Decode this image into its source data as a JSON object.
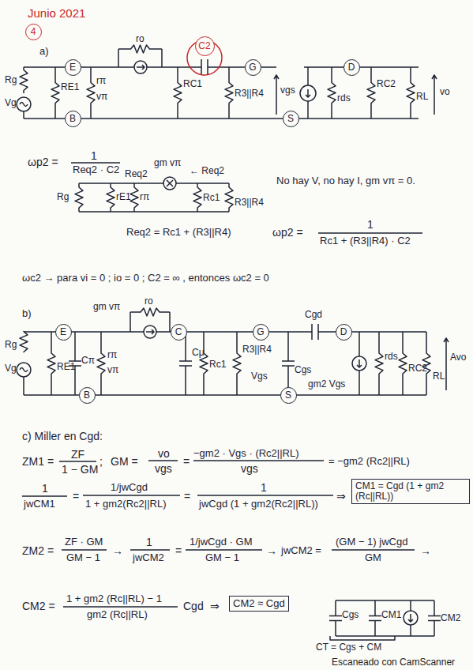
{
  "diagram": {
    "title": "Junio 2021",
    "nodes": [
      {
        "text": [
          "4"
        ]
      },
      {
        "text": [
          "E"
        ]
      },
      {
        "text": [
          "B"
        ]
      },
      {
        "text": [
          "C2"
        ]
      },
      {
        "text": [
          "G"
        ]
      },
      {
        "text": [
          "D"
        ]
      },
      {
        "text": [
          "S"
        ]
      },
      {
        "text": [
          "E"
        ]
      },
      {
        "text": [
          "C"
        ]
      },
      {
        "text": [
          "G"
        ]
      },
      {
        "text": [
          "D"
        ]
      },
      {
        "text": [
          "B"
        ]
      },
      {
        "text": [
          "S"
        ]
      }
    ],
    "labels": [
      "a)",
      "Rg",
      "Vg",
      "RE1",
      "rπ",
      "vπ",
      "ro",
      "RC1",
      "R3||R4",
      "vgs",
      "rds",
      "RC2",
      "RL",
      "vo",
      "ωp2 =",
      "1",
      "Req2 · C2",
      "Req2",
      "gm vπ",
      "← Req2",
      "Rg",
      "rE1",
      "rπ",
      "Rc1",
      "R3||R4",
      "No hay V, no hay I, gm vπ = 0.",
      "Req2 = Rc1 + (R3||R4)",
      "ωp2 =",
      "1",
      "Rc1 + (R3||R4) · C2",
      "ωc2 → para vi = 0 ; io = 0 ; C2 = ∞ , entonces ωc2 = 0",
      "b)",
      "Rg",
      "Vg",
      "RE1",
      "Cπ",
      "rπ",
      "vπ",
      "gm vπ",
      "ro",
      "Cμ",
      "Rc1",
      "R3||R4",
      "Vgs",
      "Cgs",
      "Cgd",
      "gm2 Vgs",
      "rds",
      "RC2",
      "RL",
      "Avo",
      "c) Miller en Cgd:",
      "ZM1 =",
      "ZF",
      "1 − GM",
      ";",
      "GM =",
      "vo",
      "vgs",
      "=",
      "−gm2 · Vgs · (Rc2||RL)",
      "vgs",
      "= −gm2 (Rc2||RL)",
      "1",
      "jwCM1",
      "=",
      "1/jwCgd",
      "1 + gm2(Rc2||RL)",
      "=",
      "1",
      "jwCgd (1 + gm2(Rc2||RL))",
      "⇒",
      "CM1 = Cgd (1 + gm2 (Rc||RL))",
      "ZM2 =",
      "ZF · GM",
      "GM − 1",
      "→",
      "1",
      "jwCM2",
      "=",
      "1/jwCgd · GM",
      "GM − 1",
      "→",
      "jwCM2 =",
      "(GM − 1) jwCgd",
      "GM",
      "→",
      "CM2 =",
      "1 + gm2 (Rc||RL) − 1",
      "gm2 (Rc||RL)",
      "Cgd",
      "⇒",
      "CM2 ≈ Cgd",
      "Cgs",
      "CM1",
      "CM2",
      "CT = Cgs + CM",
      "Escaneado con CamScanner"
    ]
  }
}
